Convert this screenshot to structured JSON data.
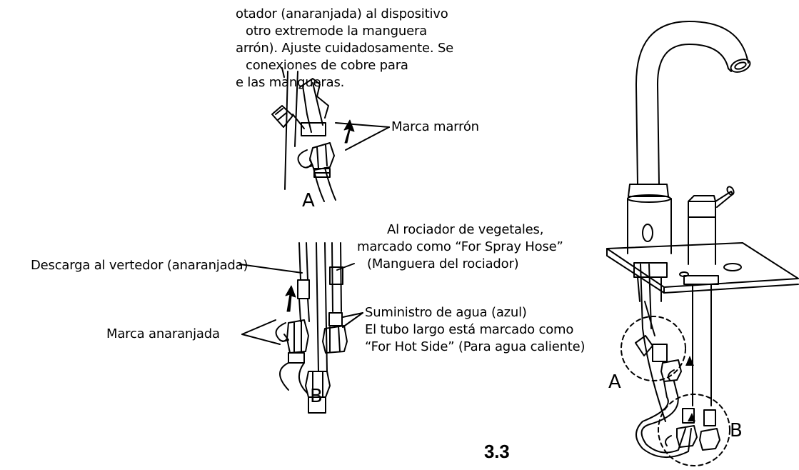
{
  "intro_lines": [
    "otador (anaranjada) al dispositivo",
    "otro extremode la manguera",
    "arrón). Ajuste cuidadosamente. Se",
    "conexiones de cobre para",
    "e las mangueras."
  ],
  "labels": {
    "brown_mark": "Marca marrón",
    "detail_a": "A",
    "spray_line1": "Al rociador de vegetales,",
    "spray_line2": "marcado como “For Spray Hose”",
    "spray_line3": "(Manguera del rociador)",
    "discharge": "Descarga al vertedor (anaranjada)",
    "supply_line1": "Suministro de agua (azul)",
    "supply_line2": "El tubo largo está marcado como",
    "supply_line3": "“For Hot Side” (Para agua caliente)",
    "orange_mark": "Marca anaranjada",
    "detail_b": "B",
    "faucet_a": "A",
    "faucet_b": "B",
    "step_number": "3.3"
  }
}
